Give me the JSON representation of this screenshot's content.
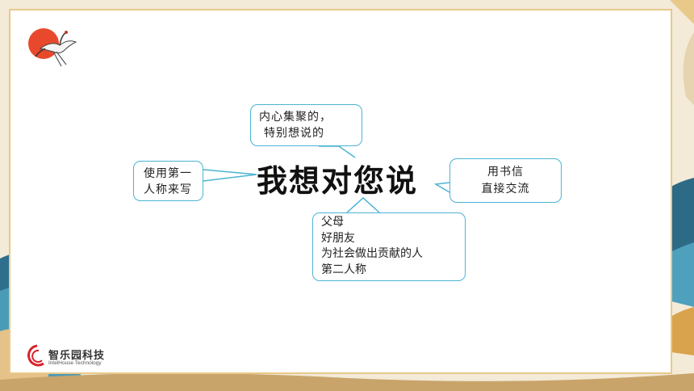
{
  "title": "我想对您说",
  "bubbles": {
    "top": {
      "line1": "内心集聚的，",
      "line2": "特别想说的"
    },
    "left": {
      "line1": "使用第一",
      "line2": "人称来写"
    },
    "right": {
      "line1": "用书信",
      "line2": "直接交流"
    },
    "bottom": {
      "line1": "父母",
      "line2": "好朋友",
      "line3": "为社会做出贡献的人",
      "line4": "第二人称"
    }
  },
  "brand": {
    "name": "智乐园科技",
    "sub": "IntelHouse Technology"
  },
  "colors": {
    "bubble_border": "#4bb4d3",
    "frame_border": "#e8c98a",
    "sun": "#e8492c",
    "brand_red": "#d9232b"
  }
}
